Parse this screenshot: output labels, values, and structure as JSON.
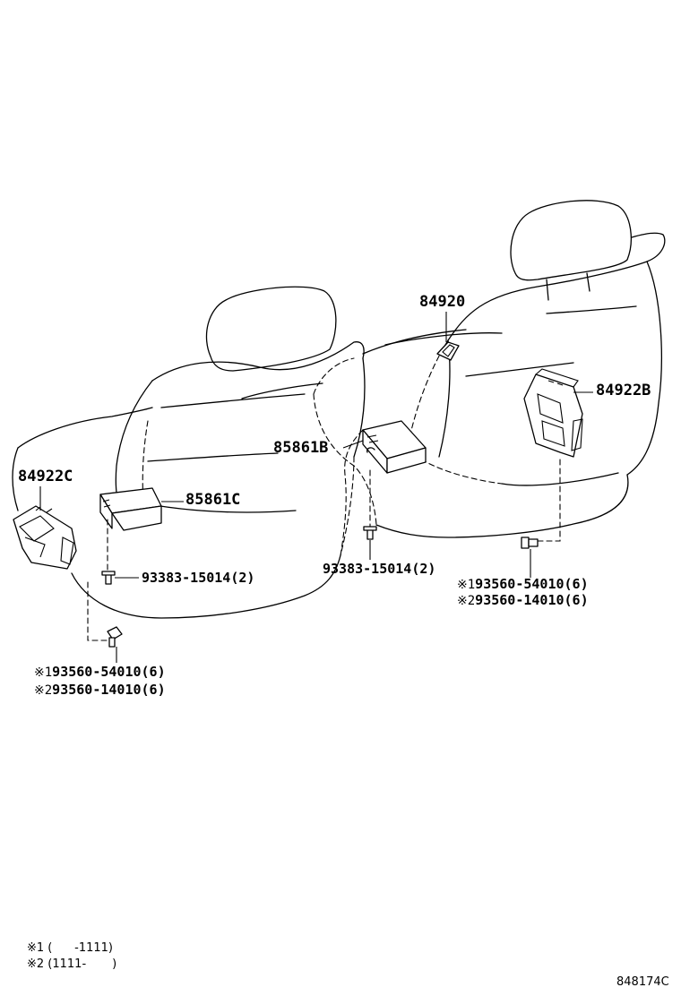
{
  "labels": {
    "part_84920": "84920",
    "part_84922B": "84922B",
    "part_85861B": "85861B",
    "part_84922C": "84922C",
    "part_85861C": "85861C",
    "bolt_left": "93383-15014(2)",
    "bolt_center": "93383-15014(2)",
    "right_note1_mark": "※1",
    "right_note1_part": "93560-54010(6)",
    "right_note2_mark": "※2",
    "right_note2_part": "93560-14010(6)",
    "left_note1_mark": "※1",
    "left_note1_part": "93560-54010(6)",
    "left_note2_mark": "※2",
    "left_note2_part": "93560-14010(6)"
  },
  "footnotes": {
    "note1": "※1 (      -1111)",
    "note2": "※2 (1111-       )"
  },
  "figure_code": "848174C"
}
